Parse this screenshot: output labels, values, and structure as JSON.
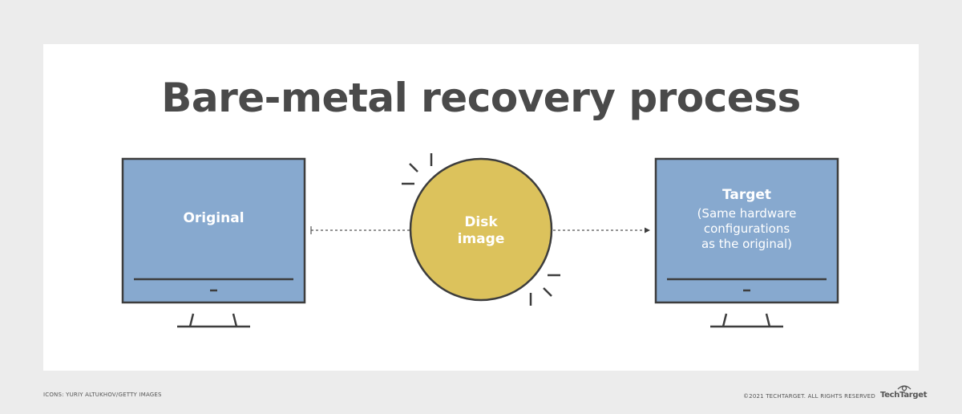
{
  "title": "Bare-metal recovery process",
  "nodes": {
    "original": {
      "label": "Original"
    },
    "disk_image": {
      "label_line1": "Disk",
      "label_line2": "image"
    },
    "target": {
      "label": "Target",
      "sub_line1": "(Same hardware",
      "sub_line2": "configurations",
      "sub_line3": "as the original)"
    }
  },
  "footer": {
    "credit": "ICONS: YURIY ALTUKHOV/GETTY IMAGES",
    "copyright": "©2021 TECHTARGET. ALL RIGHTS RESERVED",
    "logo_text": "TechTarget"
  },
  "colors": {
    "monitor_fill": "#87a9cf",
    "disk_fill": "#dcc25c",
    "outline": "#3d3d3d",
    "title": "#4a4a4a"
  },
  "icons": [
    "monitor-icon",
    "disk-icon",
    "arrow-icon",
    "techtarget-logo-icon"
  ]
}
